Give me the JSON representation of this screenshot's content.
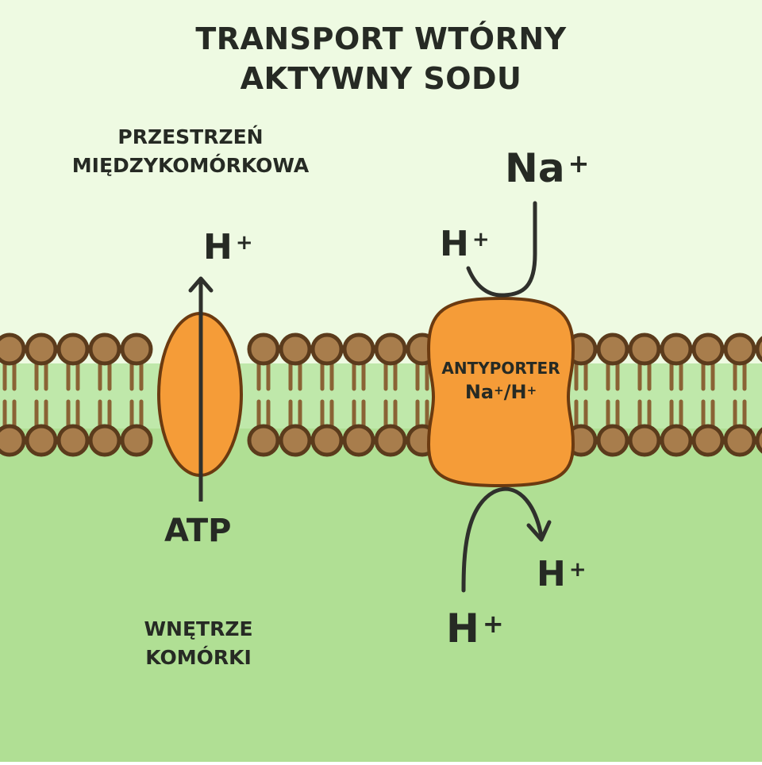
{
  "title": {
    "line1": "TRANSPORT WTÓRNY",
    "line2": "AKTYWNY SODU"
  },
  "regions": {
    "extracellular": {
      "line1": "PRZESTRZEŃ",
      "line2": "MIĘDZYKOMÓRKOWA"
    },
    "intracellular": {
      "line1": "WNĘTRZE",
      "line2": "KOMÓRKI"
    }
  },
  "pump": {
    "ion_out": {
      "symbol": "H",
      "charge": "+"
    },
    "energy_source": "ATP",
    "direction": "inside-to-outside"
  },
  "antiporter": {
    "name": "ANTYPORTER",
    "formula_a": "Na",
    "formula_a_charge": "+",
    "separator": "/",
    "formula_b": "H",
    "formula_b_charge": "+",
    "sodium_outside": {
      "symbol": "Na",
      "charge": "+"
    },
    "proton_outside": {
      "symbol": "H",
      "charge": "+"
    },
    "proton_inside_source": {
      "symbol": "H",
      "charge": "+"
    },
    "proton_inside_target": {
      "symbol": "H",
      "charge": "+"
    }
  },
  "colors": {
    "extracellular_bg": "#eefae2",
    "intracellular_bg": "#b0df94",
    "membrane_core": "#bfe8aa",
    "lipid_head": "#a87d4c",
    "lipid_outline": "#5b3b1c",
    "protein_fill": "#f59c38",
    "protein_outline": "#6b3a10",
    "text": "#262a24",
    "arrow": "#2f302c"
  }
}
